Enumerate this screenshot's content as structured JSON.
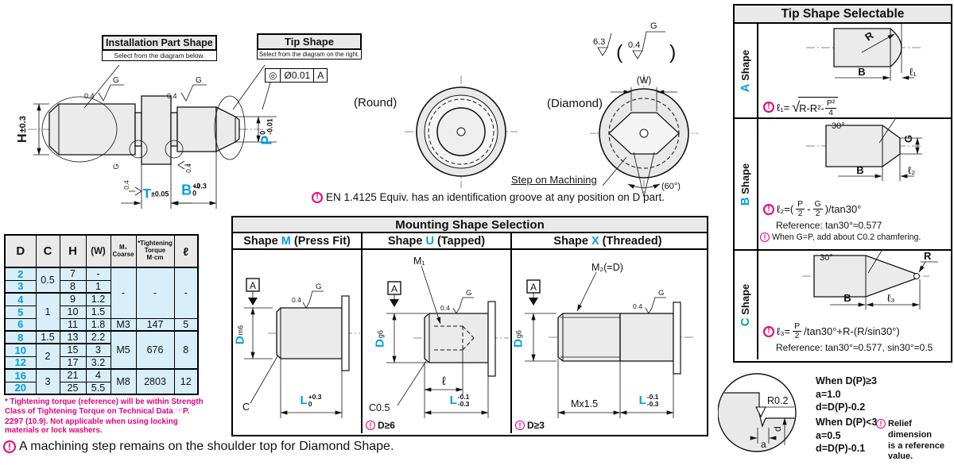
{
  "colors": {
    "accent_blue": "#009FDB",
    "note_pink": "#E6007E",
    "part_fill": "#EBEBEB",
    "table_body": "#D8EFF9",
    "header_gray": "#E9E9E9"
  },
  "icons": {
    "excl": "!"
  },
  "callout_install": {
    "title": "Installation Part Shape",
    "subtitle": "Select from the diagram below."
  },
  "callout_tip": {
    "title": "Tip Shape",
    "subtitle": "Select from the diagram on the right."
  },
  "tol_frame": {
    "symbol": "◎",
    "value": "Ø0.01",
    "datum": "A"
  },
  "pin": {
    "h": "H",
    "h_tol": "±0.3",
    "p": "P",
    "p_tol_top": "0",
    "p_tol_bot": "-0.01",
    "t": "T",
    "t_tol": "±0.05",
    "b": "B",
    "b_tol_top": "+0.3",
    "b_tol_bot": "0",
    "g": "G",
    "rough": "0.4"
  },
  "sections": {
    "round": "(Round)",
    "diamond": "(Diamond)",
    "w": "(W)",
    "angle": "(60°)",
    "step": "Step on Machining",
    "fin_coarse": "6.3",
    "fin_fine": "0.4",
    "fin_g": "G",
    "paren_open": "(",
    "paren_close": ")"
  },
  "en_note": "EN 1.4125 Equiv. has an identification groove at any position on D part.",
  "tip_panel": {
    "title": "Tip Shape Selectable",
    "rows": [
      {
        "letter": "A",
        "word": "Shape",
        "labels": {
          "r": "R",
          "b": "B",
          "l": "ℓ₁"
        },
        "formula": {
          "lead": "ℓ₁=",
          "sqrt": "√",
          "pre": "R-R²-",
          "num": "P²",
          "den": "4"
        }
      },
      {
        "letter": "B",
        "word": "Shape",
        "labels": {
          "deg": "30°",
          "g": "G",
          "b": "B",
          "l": "ℓ₂"
        },
        "formula": {
          "lead": "ℓ₂=(",
          "n1": "P",
          "d1": "2",
          "minus": "-",
          "n2": "G",
          "d2": "2",
          "tail": ")/tan30°"
        },
        "ref": "Reference: tan30°≈0.577",
        "note": "When G=P, add about C0.2 chamfering."
      },
      {
        "letter": "C",
        "word": "Shape",
        "labels": {
          "deg": "30°",
          "r": "R",
          "b": "B",
          "l": "ℓ₃"
        },
        "formula": {
          "lead": "ℓ₃=",
          "n1": "P",
          "d1": "2",
          "tail": "/tan30°+R-(R/sin30°)"
        },
        "ref": "Reference: tan30°≈0.577, sin30°=0.5"
      }
    ]
  },
  "mounting": {
    "title": "Mounting Shape Selection",
    "cols": [
      {
        "pre": "Shape ",
        "letter": "M",
        "post": " (Press Fit)",
        "datum": "A",
        "d": "D",
        "fit": "m6",
        "rough": "0.4",
        "g": "G",
        "c": "C",
        "L": "L",
        "tol_top": "+0.3",
        "tol_bot": "0"
      },
      {
        "pre": "Shape ",
        "letter": "U",
        "post": " (Tapped)",
        "datum": "A",
        "thread": "M₁",
        "d": "D",
        "fit": "g6",
        "rough": "0.4",
        "g": "G",
        "ell": "ℓ",
        "c": "C0.5",
        "L": "L",
        "tol_top": "-0.1",
        "tol_bot": "-0.3",
        "note": "D≥6"
      },
      {
        "pre": "Shape ",
        "letter": "X",
        "post": " (Threaded)",
        "datum": "A",
        "thread": "M₂(=D)",
        "d": "D",
        "fit": "g6",
        "rough": "0.4",
        "g": "G",
        "thread_dim": "Mx1.5",
        "L": "L",
        "tol_top": "-0.1",
        "tol_bot": "-0.3",
        "note": "D≥3"
      }
    ]
  },
  "table": {
    "headers": {
      "d": "D",
      "c": "C",
      "h": "H",
      "w": "(W)",
      "m1a": "M₁",
      "m1b": "Coarse",
      "ta": "*Tightening",
      "tb": "Torque",
      "tc": "M·cm",
      "l": "ℓ"
    },
    "rows": [
      {
        "d": "2",
        "c": "0.5",
        "h": "7",
        "w": "-",
        "m": "-",
        "tq": "-",
        "l": "-"
      },
      {
        "d": "3",
        "h": "8",
        "w": "1"
      },
      {
        "d": "4",
        "c": "1",
        "h": "9",
        "w": "1.2"
      },
      {
        "d": "5",
        "h": "10",
        "w": "1.5"
      },
      {
        "d": "6",
        "h": "11",
        "w": "1.8",
        "m": "M3",
        "tq": "147",
        "l": "5"
      },
      {
        "d": "8",
        "c": "1.5",
        "h": "13",
        "w": "2.2",
        "m": "M5",
        "tq": "676",
        "l": "8"
      },
      {
        "d": "10",
        "c": "2",
        "h": "15",
        "w": "3"
      },
      {
        "d": "12",
        "h": "17",
        "w": "3.2"
      },
      {
        "d": "16",
        "c": "3",
        "h": "21",
        "w": "4",
        "m": "M8",
        "tq": "2803",
        "l": "12"
      },
      {
        "d": "20",
        "h": "25",
        "w": "5.5"
      }
    ]
  },
  "footnote": {
    "p1": "* Tightening torque (reference) will be within Strength Class of Tightening Torque on Technical Data ",
    "ref": "☞P. 2297",
    "p2": " (10.9). Not applicable when using locking materials or lock washers."
  },
  "relief": {
    "r": "R0.2",
    "a": "a",
    "d": "d",
    "cond1": [
      "When D(P)≥3",
      "a=1.0",
      "d=D(P)-0.2"
    ],
    "cond2": [
      "When D(P)<3",
      "a=0.5",
      "d=D(P)-0.1"
    ],
    "note": [
      "Relief dimension",
      "is a reference",
      "value."
    ]
  },
  "bottom_note": "A machining step remains on the shoulder top for Diamond Shape."
}
